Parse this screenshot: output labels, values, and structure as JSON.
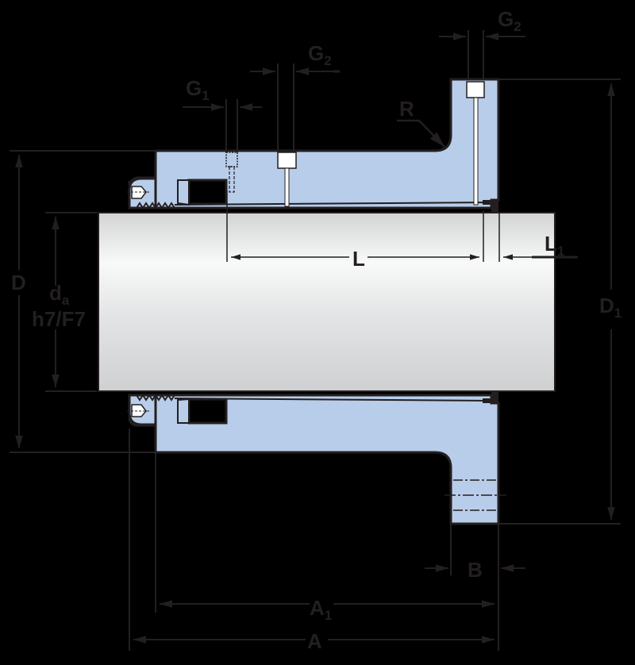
{
  "title": "Hydraulic coupling sleeve / seal housing cross-section with dimension labels",
  "colors": {
    "background": "#000000",
    "housing_fill": "#b8cdea",
    "outline": "#231f20",
    "shaft_light": "#f7f8f8",
    "shaft_dark": "#d4d5d6",
    "bore_fill": "#ffffff"
  },
  "labels": {
    "G1": {
      "main": "G",
      "sub": "1"
    },
    "G2_left": {
      "main": "G",
      "sub": "2"
    },
    "G2_right": {
      "main": "G",
      "sub": "2"
    },
    "R": {
      "main": "R"
    },
    "L": {
      "main": "L"
    },
    "L1": {
      "main": "L",
      "sub": "1"
    },
    "D": {
      "main": "D"
    },
    "D1": {
      "main": "D",
      "sub": "1"
    },
    "da": {
      "main": "d",
      "sub": "a",
      "tolerance": "h7/F7"
    },
    "B": {
      "main": "B"
    },
    "A1": {
      "main": "A",
      "sub": "1"
    },
    "A": {
      "main": "A"
    }
  }
}
